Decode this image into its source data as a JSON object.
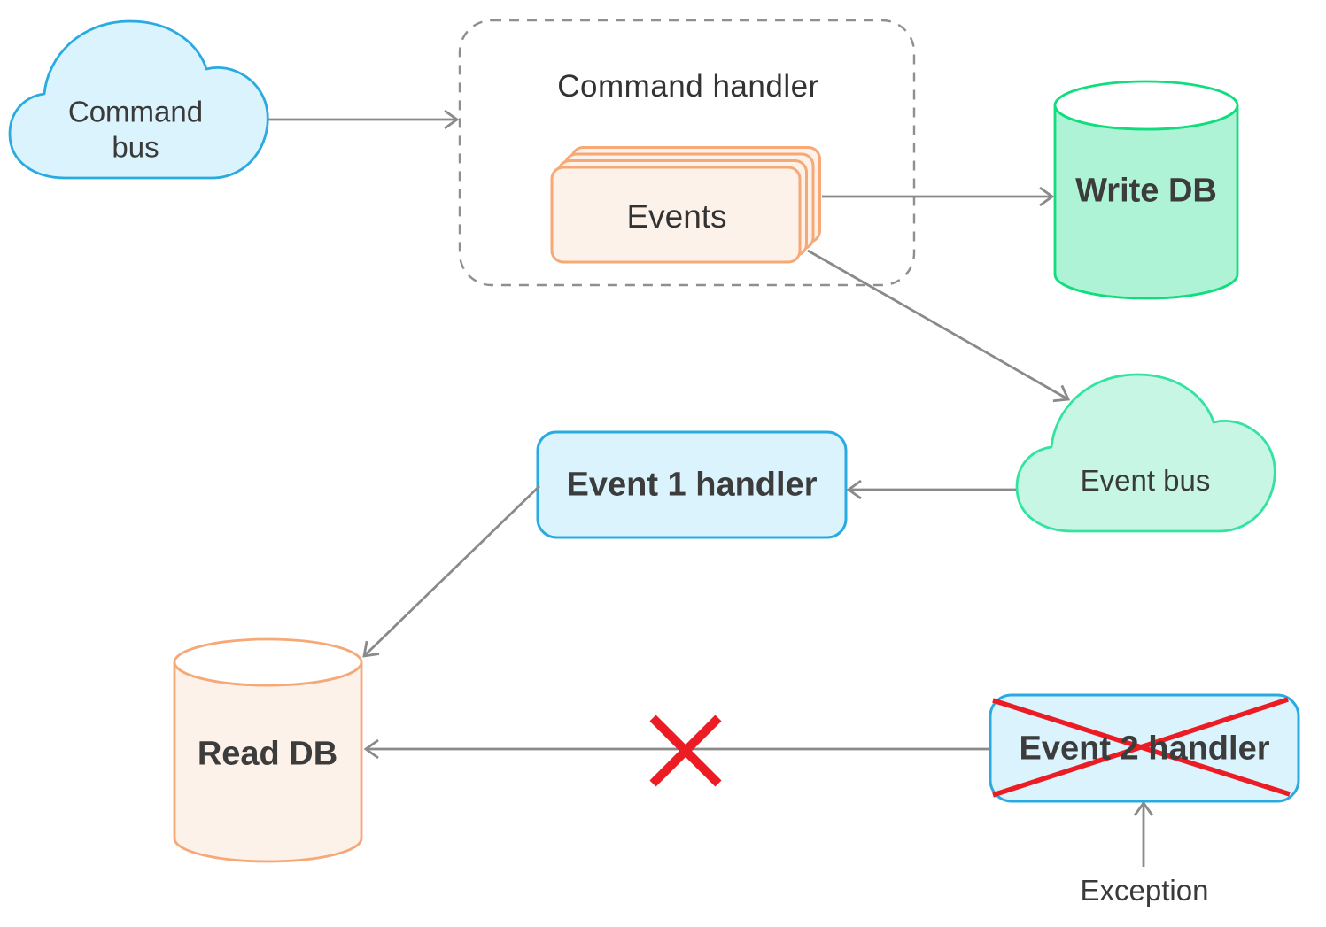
{
  "diagram": {
    "nodes": {
      "command_bus": {
        "label": "Command bus",
        "shape": "cloud"
      },
      "command_handler": {
        "label": "Command handler",
        "shape": "dashed-rounded-container"
      },
      "events": {
        "label": "Events",
        "shape": "stacked-cards",
        "card_count": 4
      },
      "write_db": {
        "label": "Write DB",
        "shape": "cylinder"
      },
      "event_bus": {
        "label": "Event bus",
        "shape": "cloud"
      },
      "event_1_handler": {
        "label": "Event 1 handler",
        "shape": "rounded-box"
      },
      "read_db": {
        "label": "Read DB",
        "shape": "cylinder"
      },
      "event_2_handler": {
        "label": "Event 2 handler",
        "shape": "rounded-box",
        "crossed_out": true
      },
      "exception": {
        "label": "Exception",
        "shape": "text-label"
      }
    },
    "edges": [
      {
        "from": "command_bus",
        "to": "command_handler"
      },
      {
        "from": "events",
        "to": "write_db"
      },
      {
        "from": "events",
        "to": "event_bus"
      },
      {
        "from": "event_bus",
        "to": "event_1_handler"
      },
      {
        "from": "event_1_handler",
        "to": "read_db"
      },
      {
        "from": "event_2_handler",
        "to": "read_db",
        "blocked": true
      },
      {
        "from": "exception",
        "to": "event_2_handler"
      }
    ],
    "colors": {
      "blue_stroke": "#29abe2",
      "blue_fill": "#daf3fc",
      "green_db_stroke": "#10dd7d",
      "green_db_fill": "#aff3d6",
      "green_cloud_stroke": "#33e3a2",
      "green_cloud_fill": "#c7f6e4",
      "orange_stroke": "#f6a877",
      "orange_fill": "#fdf2e9",
      "arrow_gray": "#8a8a8a",
      "dash_gray": "#8f8f8f",
      "cross_red": "#ec1c24",
      "text_dark": "#3a3a3a",
      "cylinder_top_fill": "#ffffff"
    }
  }
}
